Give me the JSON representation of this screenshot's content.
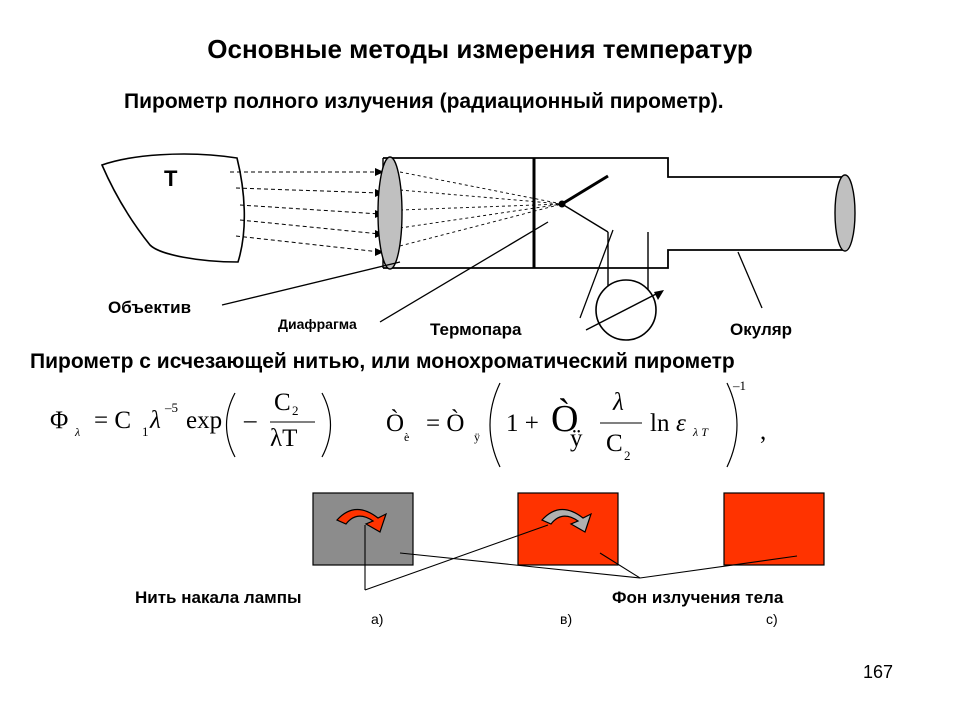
{
  "title": "Основные методы измерения температур",
  "section1": {
    "heading": "Пирометр полного излучения (радиационный пирометр).",
    "labels": {
      "object_temp": "Т",
      "objective": "Объектив",
      "diaphragm": "Диафрагма",
      "thermocouple": "Термопара",
      "eyepiece": "Окуляр"
    }
  },
  "section2": {
    "heading": "Пирометр с исчезающей нитью, или монохроматический пирометр",
    "formula1": {
      "phi": "Φ",
      "lambda": "λ",
      "eq": "= C",
      "sub1": "1",
      "lambda2": "λ",
      "exp_power": "–5",
      "exp": "exp",
      "minus": "–",
      "num": "C",
      "num_sub": "2",
      "den": "λT"
    },
    "formula2": {
      "t1": "Ò",
      "t1_sub": "è",
      "eq": "= Ò",
      "t2_sub": "ÿ",
      "one_plus": "1 +",
      "big_t": "Ò",
      "big_t_sub": "ÿ",
      "lambda": "λ",
      "c2": "C",
      "c2_sub": "2",
      "ln": "ln",
      "eps": "ε",
      "eps_sub": "λ T",
      "power": "–1",
      "comma": ","
    },
    "labels": {
      "filament": "Нить накала лампы",
      "background": "Фон излучения тела",
      "a": "а)",
      "b": "в)",
      "c": "с)"
    },
    "colors": {
      "gray": "#8c8c8c",
      "red": "#ff3300",
      "arrow_red": "#ff3300",
      "arrow_gray": "#b0b0b0",
      "lens": "#c0c0c0"
    }
  },
  "page_number": "167"
}
